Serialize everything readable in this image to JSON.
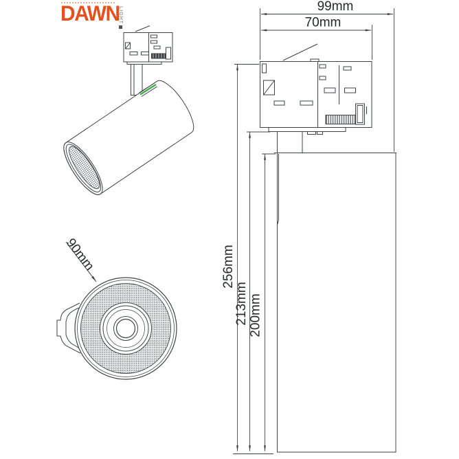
{
  "logo": {
    "brand": "DAWN",
    "tagline_vertical": "LIGHT"
  },
  "palette": {
    "brand_orange": "#E2511F",
    "logo_gray": "#999C9E",
    "line_color": "#3E4348",
    "accent_green": "#3CAE4B",
    "dimension_text": "#26292C",
    "background": "#FFFFFF"
  },
  "dimensions": {
    "overall_width": "99mm",
    "adapter_width": "70mm",
    "overall_height": "256mm",
    "height_below_track": "213mm",
    "body_height": "200mm",
    "front_diameter": "90mm"
  }
}
